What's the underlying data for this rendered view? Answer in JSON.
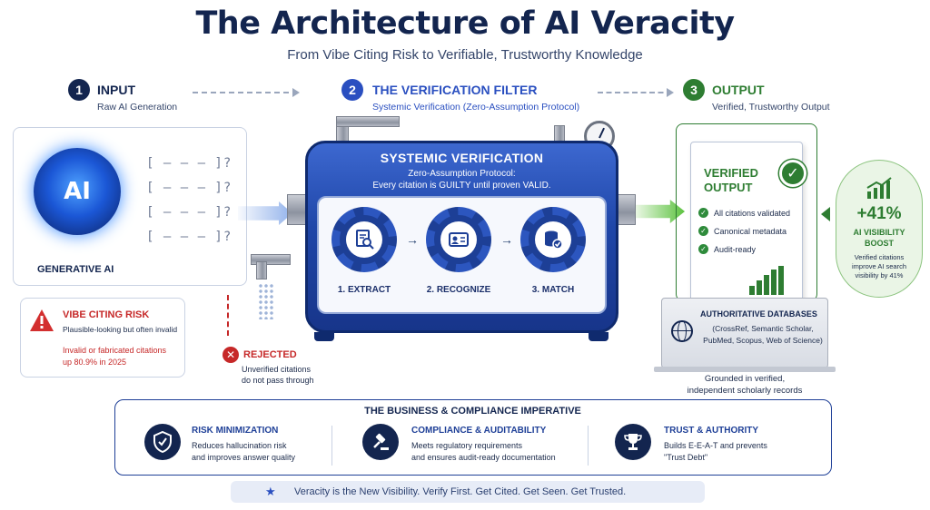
{
  "header": {
    "title": "The Architecture of AI Veracity",
    "subtitle": "From Vibe Citing Risk to Verifiable, Trustworthy Knowledge"
  },
  "steps": [
    {
      "number": "1",
      "title": "INPUT",
      "subtitle": "Raw AI Generation",
      "color": "#13254f"
    },
    {
      "number": "2",
      "title": "THE VERIFICATION FILTER",
      "subtitle": "Systemic Verification (Zero-Assumption Protocol)",
      "color": "#2a4fc0"
    },
    {
      "number": "3",
      "title": "OUTPUT",
      "subtitle": "Verified, Trustworthy Output",
      "color": "#2e7d32"
    }
  ],
  "input_card": {
    "brain_label": "AI",
    "caption": "GENERATIVE AI",
    "citation_placeholders": [
      "[ — — — ]?",
      "[ — — — ]?",
      "[ — — — ]?",
      "[ — — — ]?"
    ]
  },
  "risk": {
    "title": "VIBE CITING RISK",
    "description": "Plausible-looking but often invalid",
    "stat_line1": "Invalid or fabricated citations",
    "stat_line2": "up 80.9% in 2025"
  },
  "rejected": {
    "title": "REJECTED",
    "line1": "Unverified citations",
    "line2": "do not pass through"
  },
  "machine": {
    "title": "SYSTEMIC VERIFICATION",
    "protocol_line1": "Zero-Assumption Protocol:",
    "protocol_line2": "Every citation is GUILTY until proven VALID.",
    "stages": [
      {
        "label": "1. EXTRACT",
        "icon": "document-search-icon"
      },
      {
        "label": "2. RECOGNIZE",
        "icon": "identity-card-icon"
      },
      {
        "label": "3. MATCH",
        "icon": "database-check-icon"
      }
    ]
  },
  "output_doc": {
    "title_line1": "VERIFIED",
    "title_line2": "OUTPUT",
    "bullets": [
      "All citations validated",
      "Canonical metadata",
      "Audit-ready"
    ]
  },
  "databases": {
    "title": "AUTHORITATIVE DATABASES",
    "line1": "(CrossRef, Semantic Scholar,",
    "line2": "PubMed, Scopus, Web of Science)",
    "caption_line1": "Grounded in verified,",
    "caption_line2": "independent scholarly records"
  },
  "boost": {
    "value": "+41%",
    "label_line1": "AI VISIBILITY",
    "label_line2": "BOOST",
    "desc_line1": "Verified citations",
    "desc_line2": "improve AI search",
    "desc_line3": "visibility by 41%"
  },
  "business": {
    "title": "THE BUSINESS & COMPLIANCE IMPERATIVE",
    "items": [
      {
        "heading": "RISK MINIMIZATION",
        "line1": "Reduces hallucination risk",
        "line2": "and improves answer quality",
        "icon": "shield-check-icon"
      },
      {
        "heading": "COMPLIANCE & AUDITABILITY",
        "line1": "Meets regulatory requirements",
        "line2": "and ensures audit-ready documentation",
        "icon": "gavel-icon"
      },
      {
        "heading": "TRUST & AUTHORITY",
        "line1": "Builds E-E-A-T and prevents",
        "line2": "\"Trust Debt\"",
        "icon": "trophy-icon"
      }
    ]
  },
  "footer": {
    "tagline": "Veracity is the New Visibility. Verify First. Get Cited. Get Seen. Get Trusted."
  }
}
